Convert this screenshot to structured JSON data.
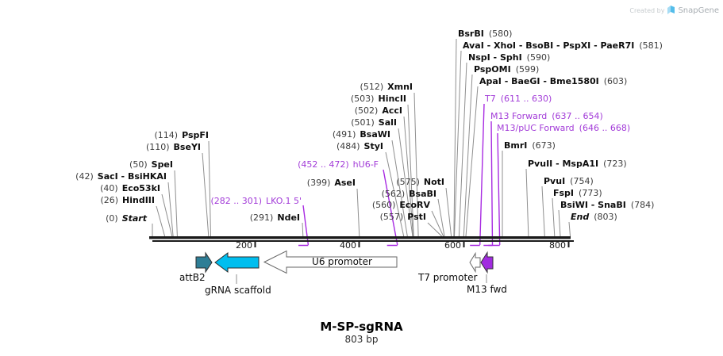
{
  "badge": {
    "created_by": "Created by",
    "brand": "SnapGene"
  },
  "title": {
    "name": "M-SP-sgRNA",
    "length": "803 bp"
  },
  "ruler": {
    "ticks": [
      "200",
      "400",
      "600",
      "800"
    ]
  },
  "features": {
    "attb2": "attB2",
    "grna_scaffold": "gRNA scaffold",
    "u6_promoter": "U6 promoter",
    "t7_promoter": "T7 promoter",
    "m13_fwd": "M13 fwd"
  },
  "colors": {
    "grna_cyan": "#00BEEF",
    "attb2_teal": "#2E7E96",
    "m13_purple": "#A12BE0",
    "primer_purple": "#A82BE2",
    "primer_label_purple": "#A23BD8",
    "leader_gray": "#8F8F8F"
  },
  "sites": [
    {
      "pre": "(114)",
      "name": "PspFI"
    },
    {
      "pre": "(110)",
      "name": "BseYI"
    },
    {
      "pre": "(50)",
      "name": "SpeI"
    },
    {
      "pre": "(42)",
      "name": "SacI - BsiHKAI"
    },
    {
      "pre": "(40)",
      "name": "Eco53kI"
    },
    {
      "pre": "(26)",
      "name": "HindIII"
    },
    {
      "pre": "(0)",
      "name": "Start"
    },
    {
      "pre": "(291)",
      "name": "NdeI"
    },
    {
      "pre": "(282 .. 301)",
      "name": "LKO.1 5'"
    },
    {
      "pre": "(399)",
      "name": "AseI"
    },
    {
      "pre": "(452 .. 472)",
      "name": "hU6-F"
    },
    {
      "pre": "(484)",
      "name": "StyI"
    },
    {
      "pre": "(491)",
      "name": "BsaWI"
    },
    {
      "pre": "(501)",
      "name": "SalI"
    },
    {
      "pre": "(502)",
      "name": "AccI"
    },
    {
      "pre": "(503)",
      "name": "HincII"
    },
    {
      "pre": "(512)",
      "name": "XmnI"
    },
    {
      "pre": "(557)",
      "name": "PstI"
    },
    {
      "pre": "(560)",
      "name": "EcoRV"
    },
    {
      "pre": "(562)",
      "name": "BsaBI"
    },
    {
      "pre": "(575)",
      "name": "NotI"
    },
    {
      "name": "BsrBI",
      "post": "(580)"
    },
    {
      "name": "AvaI - XhoI - BsoBI - PspXI - PaeR7I",
      "post": "(581)"
    },
    {
      "name": "NspI - SphI",
      "post": "(590)"
    },
    {
      "name": "PspOMI",
      "post": "(599)"
    },
    {
      "name": "ApaI - BaeGI - Bme1580I",
      "post": "(603)"
    },
    {
      "name": "T7",
      "post": "(611 .. 630)"
    },
    {
      "name": "M13 Forward",
      "post": "(637 .. 654)"
    },
    {
      "name": "M13/pUC Forward",
      "post": "(646 .. 668)"
    },
    {
      "name": "BmrI",
      "post": "(673)"
    },
    {
      "name": "PvuII - MspA1I",
      "post": "(723)"
    },
    {
      "name": "PvuI",
      "post": "(754)"
    },
    {
      "name": "FspI",
      "post": "(773)"
    },
    {
      "name": "BsiWI - SnaBI",
      "post": "(784)"
    },
    {
      "name": "End",
      "post": "(803)"
    }
  ]
}
